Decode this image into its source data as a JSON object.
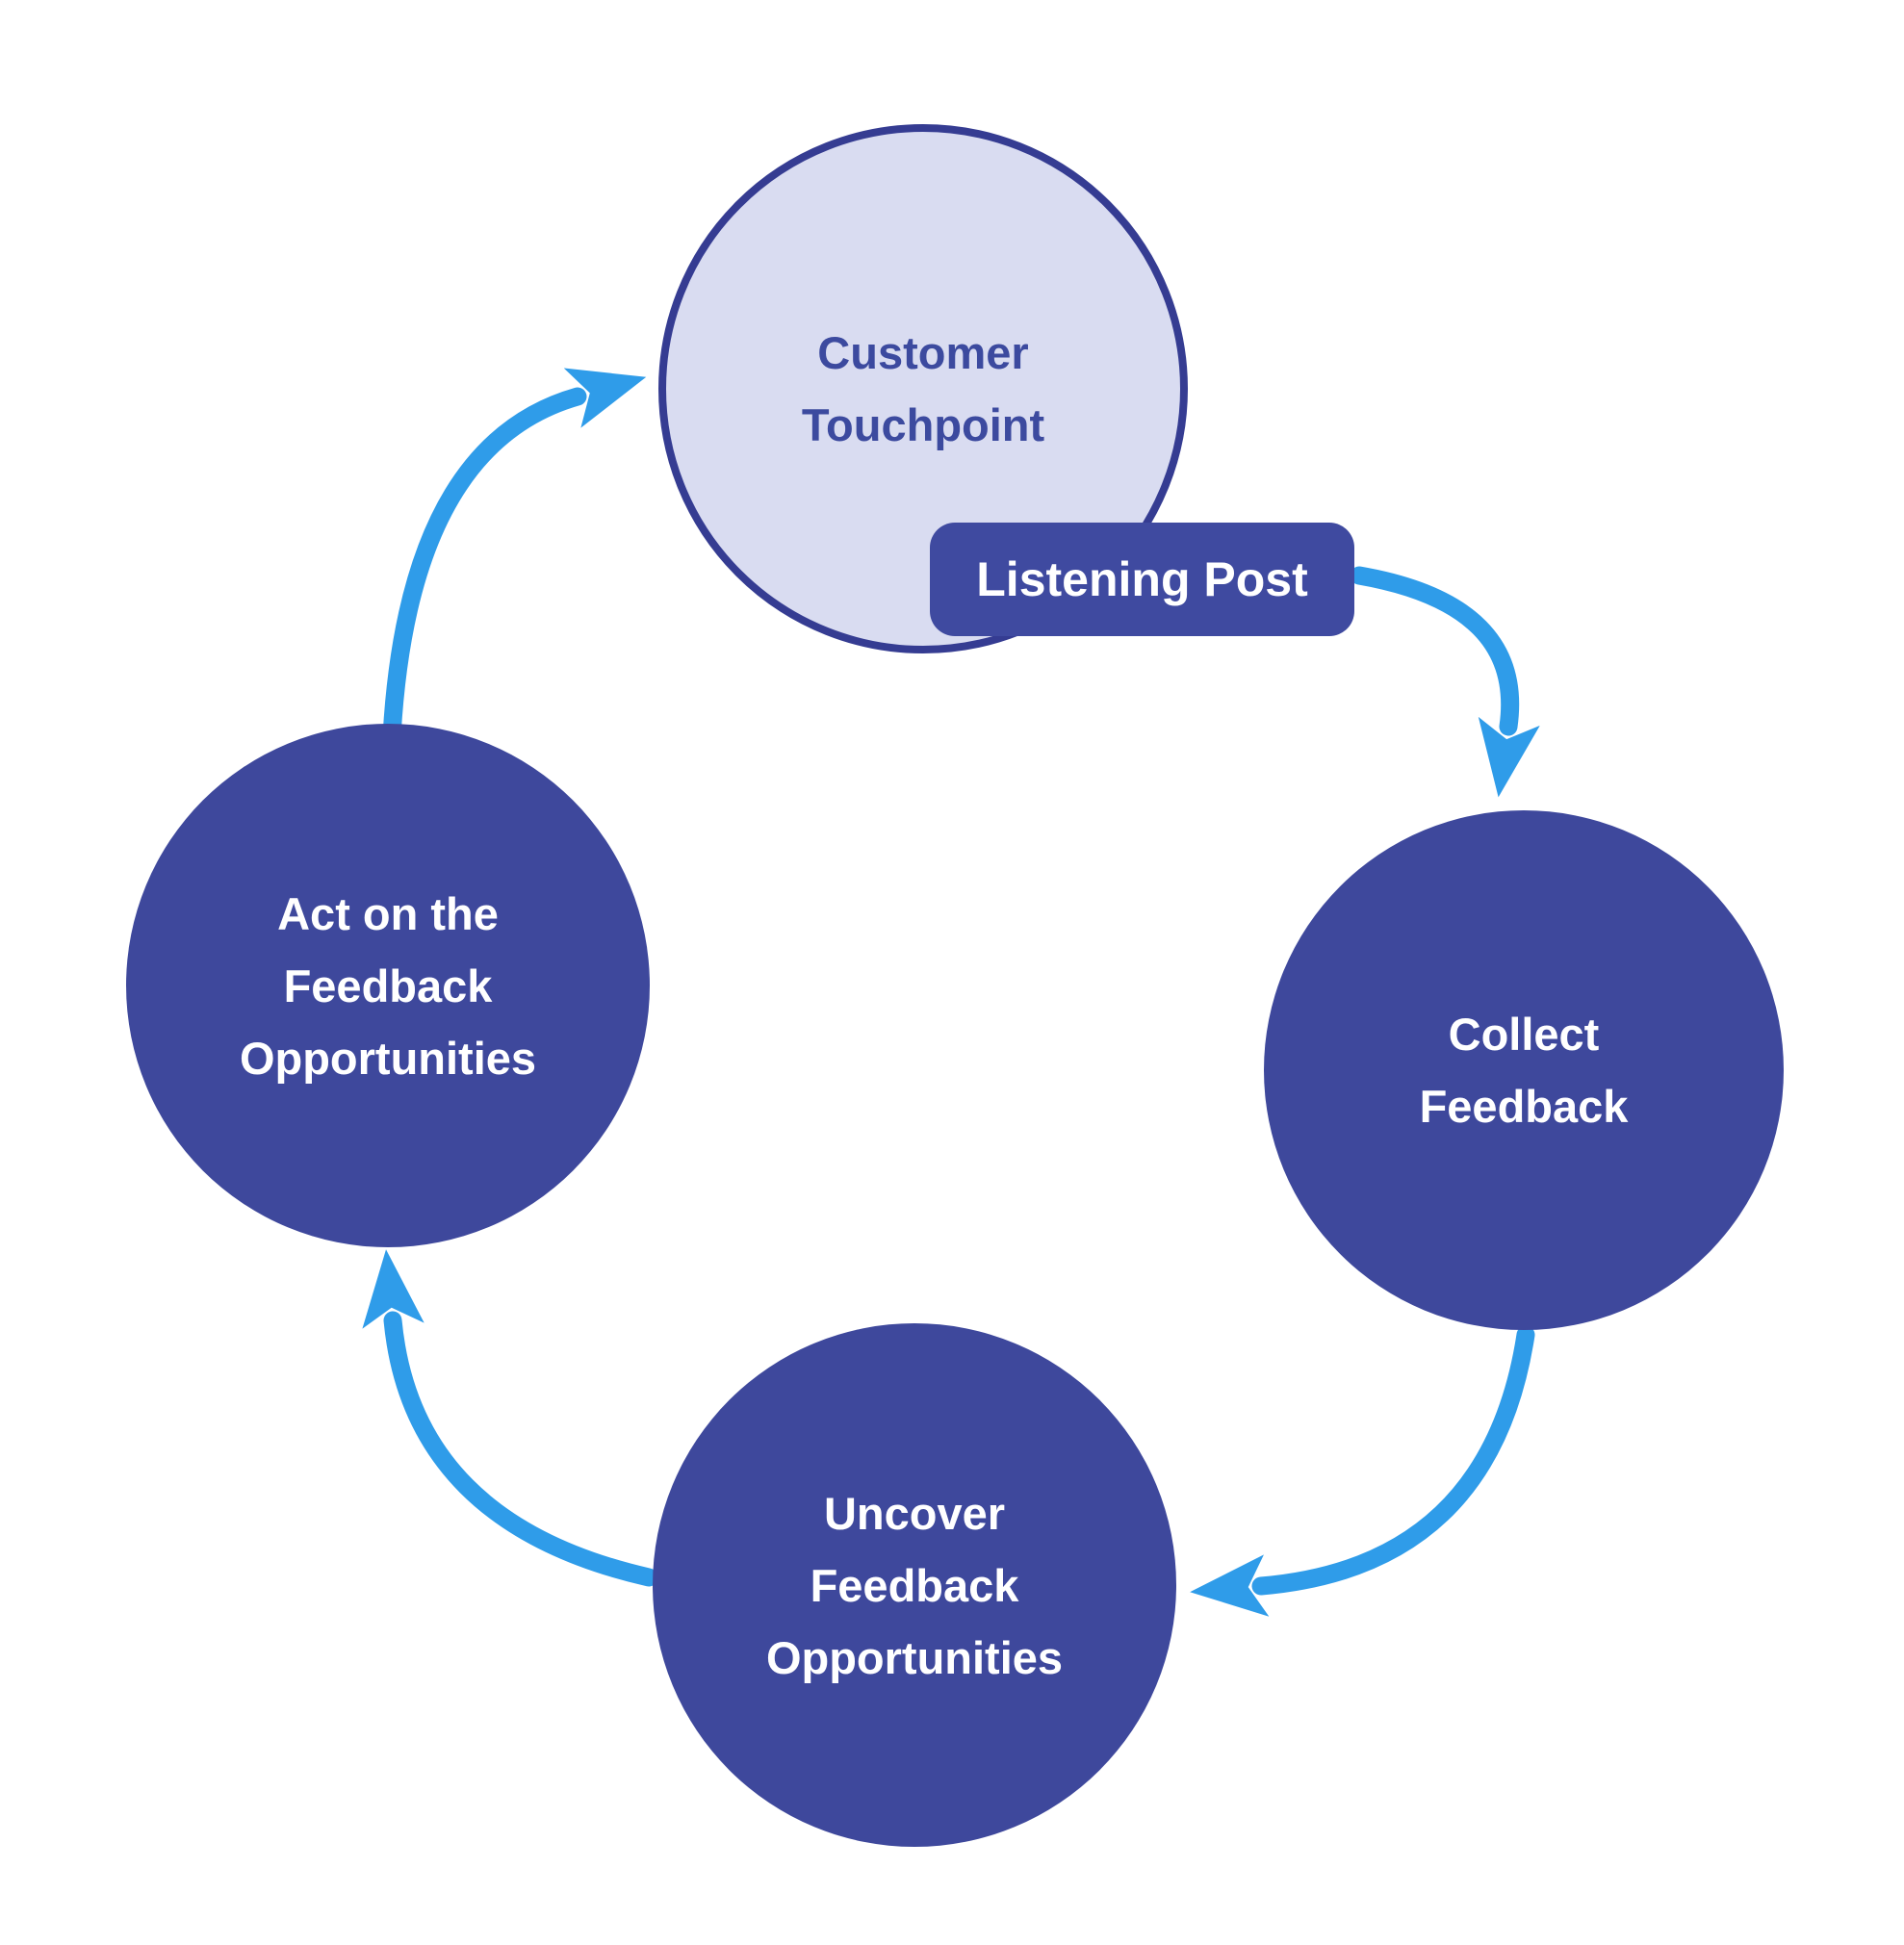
{
  "diagram": {
    "nodes": [
      {
        "id": "customer-touchpoint",
        "label": "Customer\nTouchpoint",
        "variant": "light"
      },
      {
        "id": "collect-feedback",
        "label": "Collect\nFeedback",
        "variant": "dark"
      },
      {
        "id": "uncover-feedback-opportunities",
        "label": "Uncover\nFeedback\nOpportunities",
        "variant": "dark"
      },
      {
        "id": "act-on-the-feedback-opportunities",
        "label": "Act on the\nFeedback\nOpportunities",
        "variant": "dark"
      }
    ],
    "badge": {
      "label": "Listening Post"
    },
    "arrows": [
      {
        "from": "act-on-the-feedback-opportunities",
        "to": "customer-touchpoint"
      },
      {
        "from": "listening-post",
        "to": "collect-feedback"
      },
      {
        "from": "collect-feedback",
        "to": "uncover-feedback-opportunities"
      },
      {
        "from": "uncover-feedback-opportunities",
        "to": "act-on-the-feedback-opportunities"
      }
    ],
    "colors": {
      "background": "#ffffff",
      "dark_node": "#3e489c",
      "light_node_fill": "#d9dcf1",
      "light_node_border": "#353c92",
      "badge_bg": "#3f4aa0",
      "arrow": "#2f9ce9",
      "light_text": "#ffffff",
      "dark_text": "#3c4a9f"
    }
  }
}
